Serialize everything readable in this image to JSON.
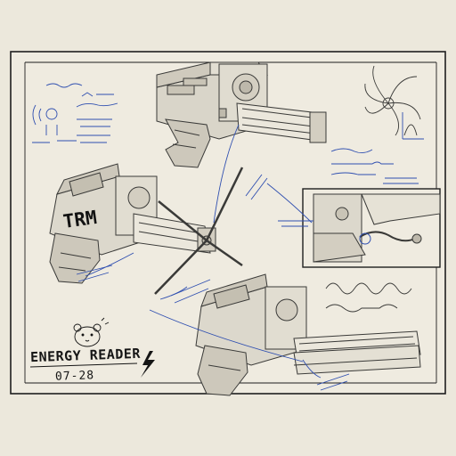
{
  "sheet": {
    "title": "ENERGY READER",
    "code": "07-28",
    "logo_text": "TRM"
  },
  "colors": {
    "paper": "#ece8dc",
    "pencil": "#3a3a38",
    "ink_blue": "#2f4fb0",
    "tape": "#e2c68a",
    "border": "#1e1e1e"
  },
  "icons": [
    "lightning-bolt-icon",
    "hamster-doodle-icon",
    "spiral-doodle-icon"
  ]
}
